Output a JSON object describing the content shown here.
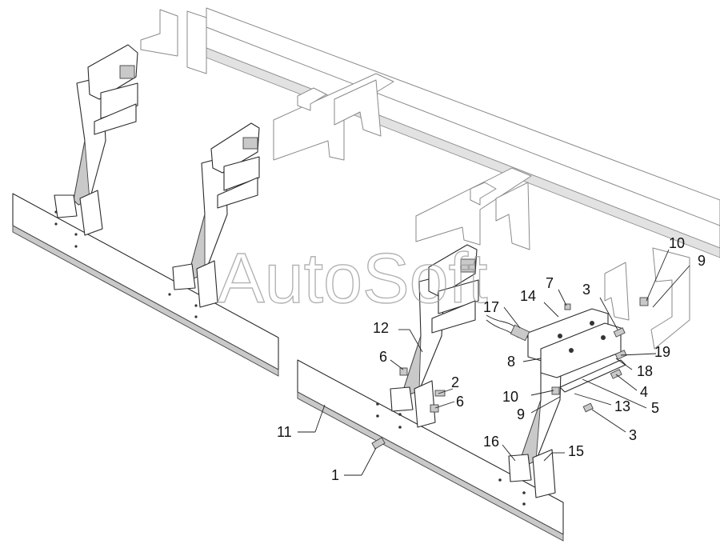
{
  "watermark": "AutoSoft",
  "callouts": [
    {
      "id": "c10a",
      "text": "10"
    },
    {
      "id": "c9a",
      "text": "9"
    },
    {
      "id": "c7",
      "text": "7"
    },
    {
      "id": "c3a",
      "text": "3"
    },
    {
      "id": "c17",
      "text": "17"
    },
    {
      "id": "c14",
      "text": "14"
    },
    {
      "id": "c12",
      "text": "12"
    },
    {
      "id": "c6a",
      "text": "6"
    },
    {
      "id": "c2",
      "text": "2"
    },
    {
      "id": "c6b",
      "text": "6"
    },
    {
      "id": "c8",
      "text": "8"
    },
    {
      "id": "c19",
      "text": "19"
    },
    {
      "id": "c18",
      "text": "18"
    },
    {
      "id": "c4",
      "text": "4"
    },
    {
      "id": "c5",
      "text": "5"
    },
    {
      "id": "c10b",
      "text": "10"
    },
    {
      "id": "c9b",
      "text": "9"
    },
    {
      "id": "c13",
      "text": "13"
    },
    {
      "id": "c3b",
      "text": "3"
    },
    {
      "id": "c11",
      "text": "11"
    },
    {
      "id": "c16",
      "text": "16"
    },
    {
      "id": "c15",
      "text": "15"
    },
    {
      "id": "c1",
      "text": "1"
    }
  ]
}
